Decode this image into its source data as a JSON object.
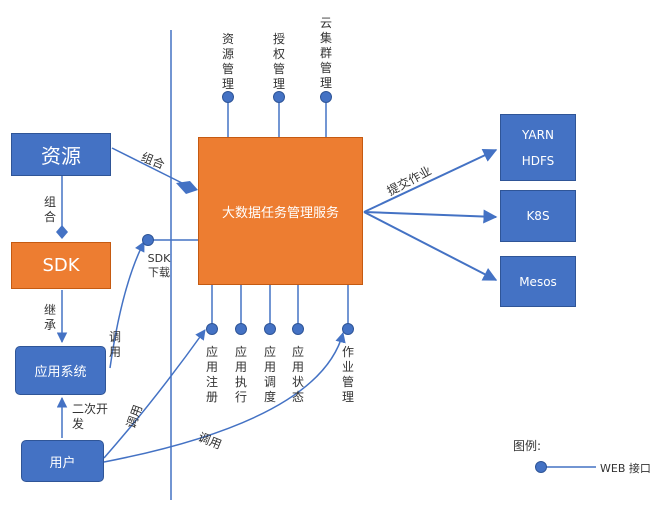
{
  "nodes": {
    "resource": "资源",
    "sdk": "SDK",
    "app_system": "应用系统",
    "user": "用户",
    "center": "大数据任务管理服务",
    "yarn": "YARN",
    "hdfs": "HDFS",
    "k8s": "K8S",
    "mesos": "Mesos"
  },
  "interfaces_top": [
    "资源管理",
    "授权管理",
    "云集群管理"
  ],
  "interfaces_bottom": [
    "应用注册",
    "应用执行",
    "应用调度",
    "应用状态",
    "作业管理"
  ],
  "edge_labels": {
    "combine_center": "组合",
    "combine_sdk": "组合",
    "inherit": "继承",
    "sdk_download": "SDK下载",
    "call_app": "调用",
    "secondary_dev": "二次开发",
    "call_register": "调用",
    "call_job": "调用",
    "submit_job": "提交作业"
  },
  "legend": {
    "title": "图例:",
    "label": "WEB 接口"
  },
  "colors": {
    "blue": "#4472c4",
    "orange": "#ed7d31",
    "line": "#4472c4",
    "text": "#333333"
  }
}
